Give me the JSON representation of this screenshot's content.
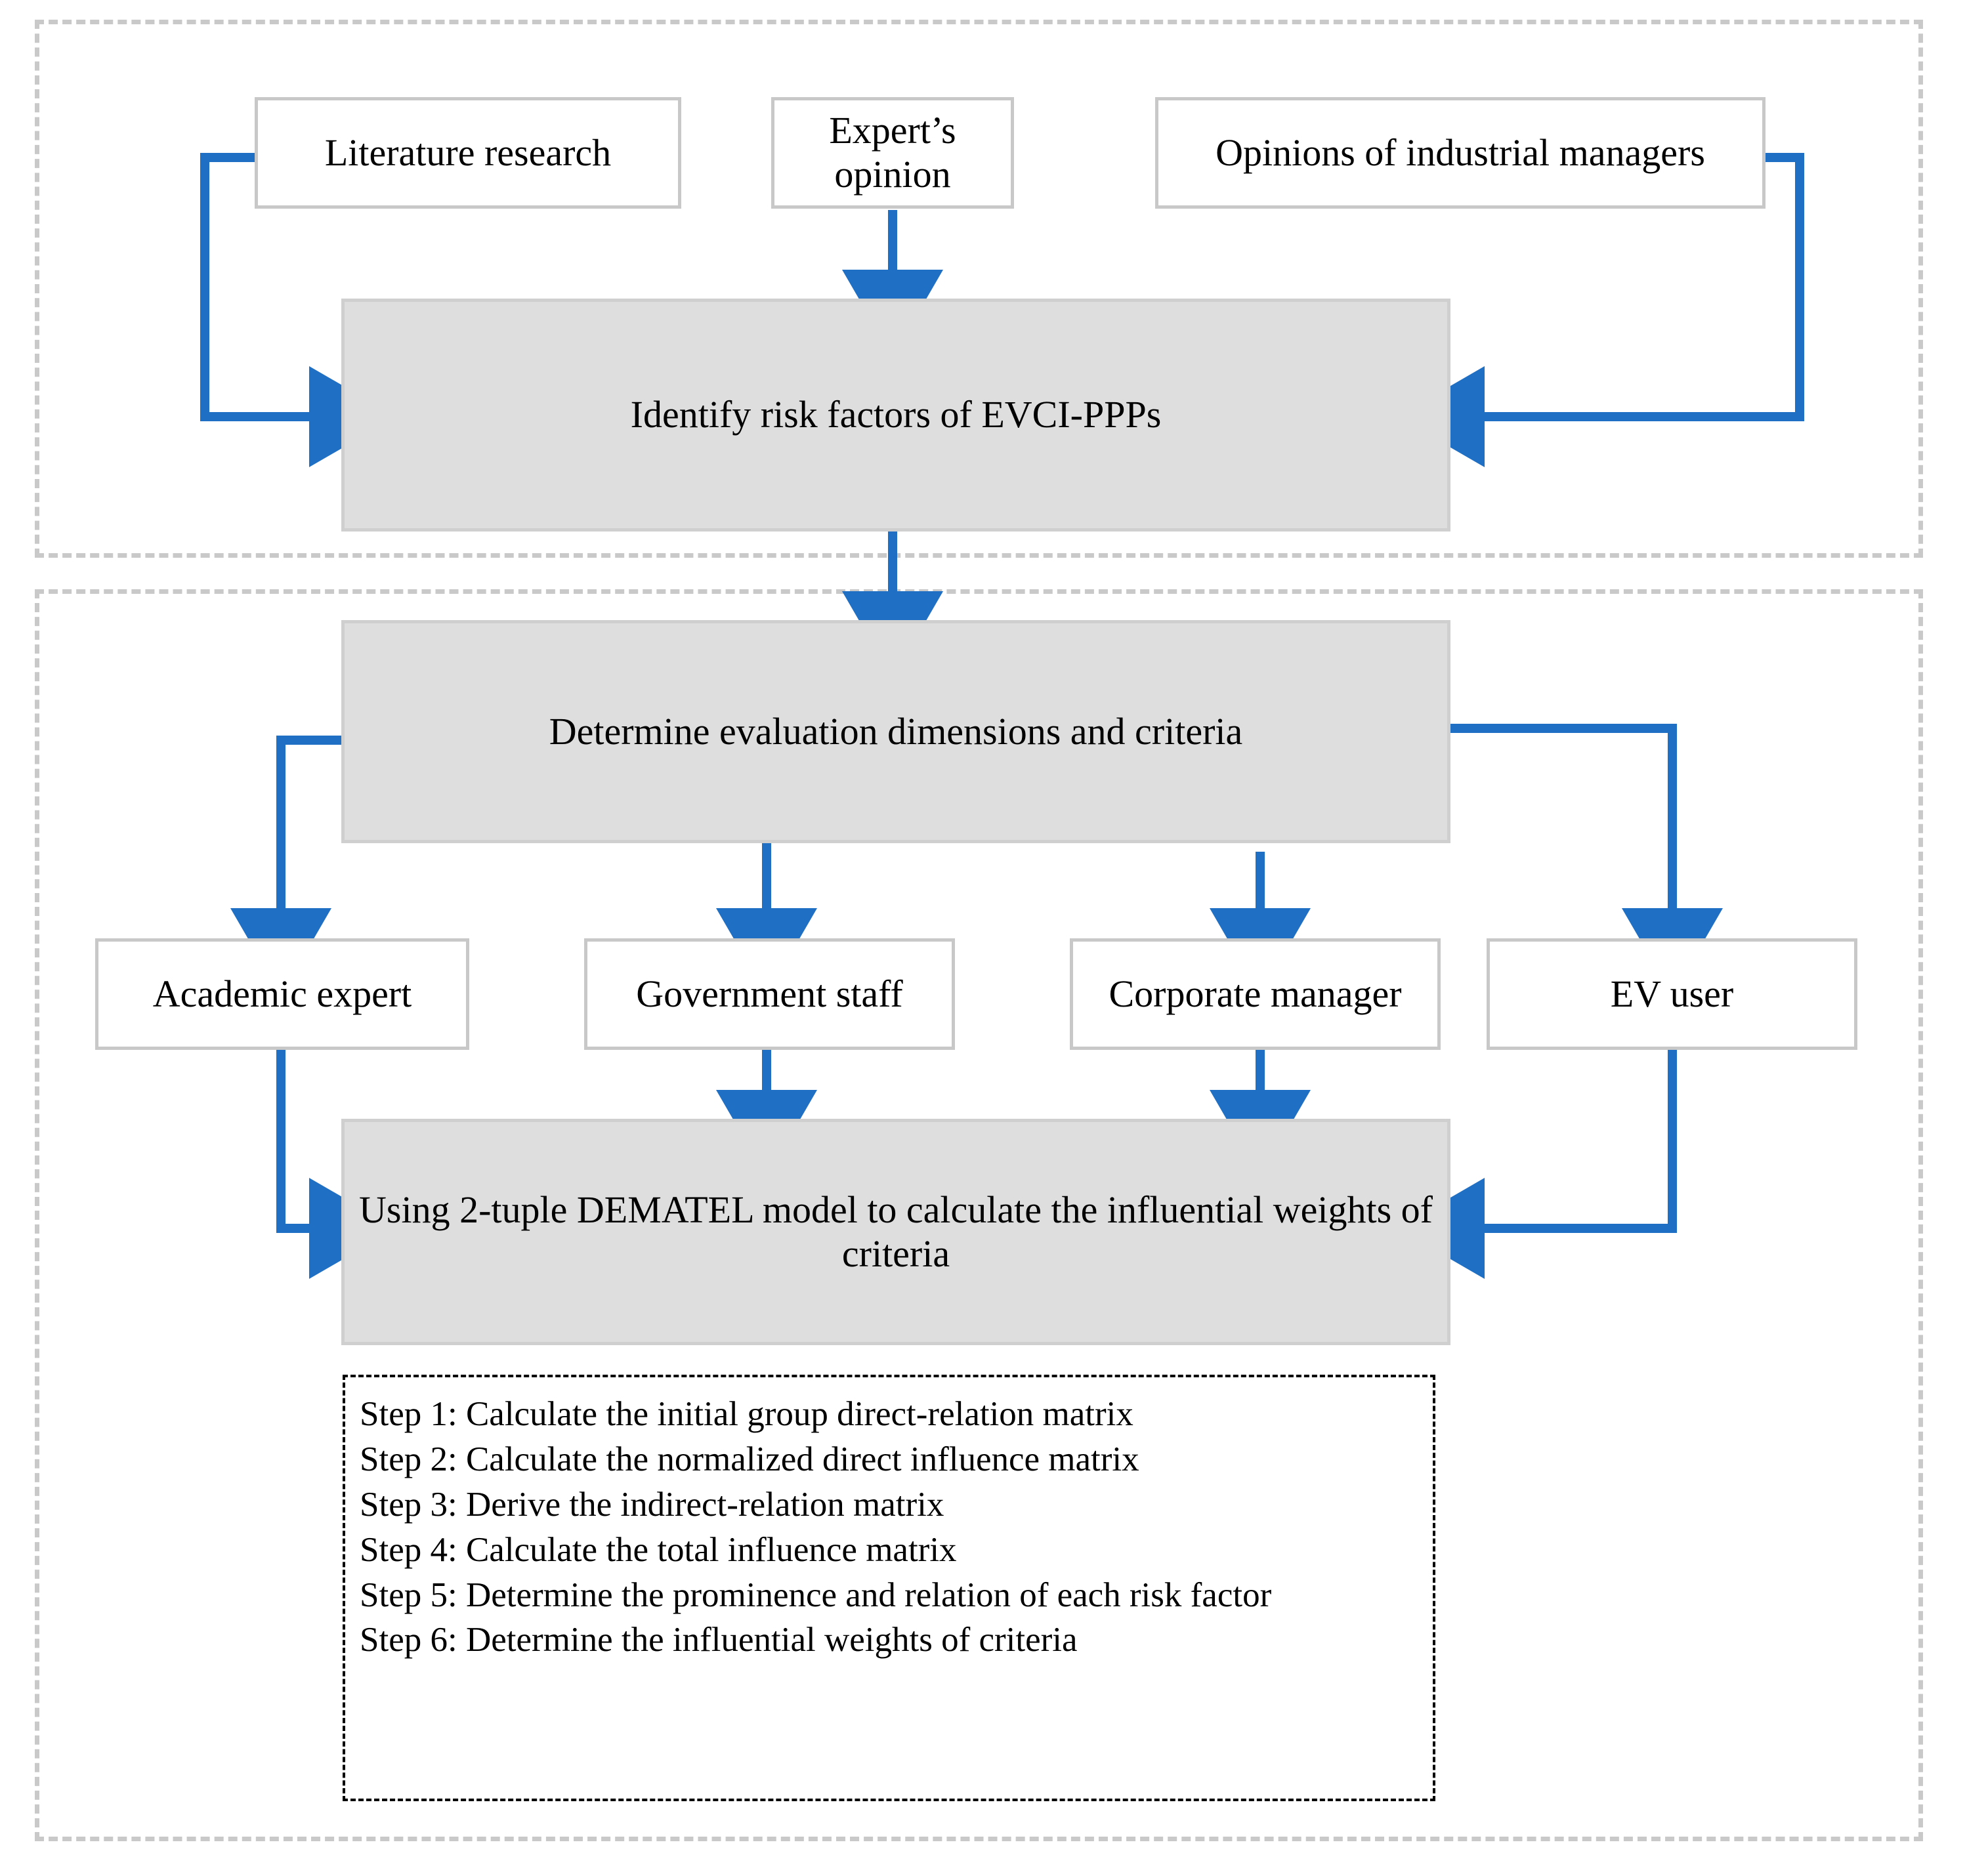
{
  "diagram": {
    "accent_color": "#1f6fc4",
    "node_fill_gray": "#dedede",
    "node_border": "#c8c8c8",
    "frame_border": "#c9c9c9"
  },
  "section_identify": {
    "inputs": [
      {
        "label": "Literature research"
      },
      {
        "label": "Expert’s opinion"
      },
      {
        "label": "Opinions of industrial managers"
      }
    ],
    "output": {
      "label": "Identify risk factors of EVCI-PPPs"
    }
  },
  "section_evaluate": {
    "determine": {
      "label": "Determine evaluation dimensions and criteria"
    },
    "respondents": [
      {
        "label": "Academic expert"
      },
      {
        "label": "Government staff"
      },
      {
        "label": "Corporate manager"
      },
      {
        "label": "EV user"
      }
    ],
    "model": {
      "label": "Using 2-tuple DEMATEL model to calculate the influential weights of criteria"
    },
    "steps": [
      "Step 1: Calculate the initial group direct-relation matrix",
      "Step 2: Calculate the normalized direct influence matrix",
      "Step 3: Derive the indirect-relation matrix",
      "Step 4: Calculate the total influence matrix",
      "Step 5: Determine the prominence and relation of each risk factor",
      "Step 6: Determine the influential weights of criteria"
    ]
  }
}
